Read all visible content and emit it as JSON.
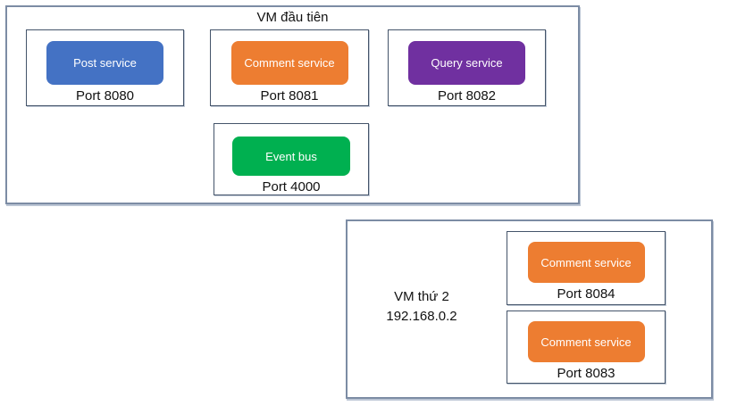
{
  "vm1": {
    "title": "VM đầu tiên",
    "services": [
      {
        "name": "Post service",
        "port": "Port 8080",
        "color": "#4472c4"
      },
      {
        "name": "Comment service",
        "port": "Port 8081",
        "color": "#ed7d31"
      },
      {
        "name": "Query service",
        "port": "Port 8082",
        "color": "#7030a0"
      },
      {
        "name": "Event bus",
        "port": "Port 4000",
        "color": "#00b050"
      }
    ]
  },
  "vm2": {
    "title": "VM thứ 2",
    "ip": "192.168.0.2",
    "services": [
      {
        "name": "Comment service",
        "port": "Port 8084",
        "color": "#ed7d31"
      },
      {
        "name": "Comment service",
        "port": "Port 8083",
        "color": "#ed7d31"
      }
    ]
  },
  "palette": {
    "outer_border": "#7c8ca4",
    "inner_border": "#44546a",
    "text": "#111111",
    "pill_text": "#ffffff"
  }
}
